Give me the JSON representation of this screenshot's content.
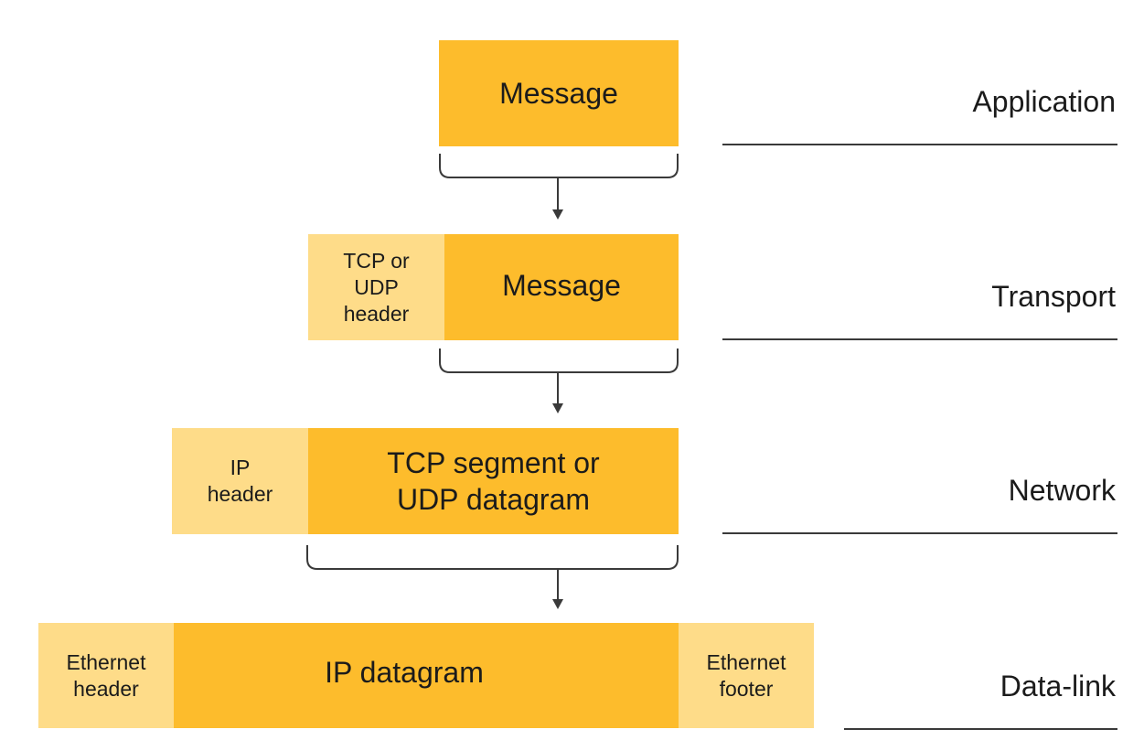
{
  "colors": {
    "payload": "#FDBC2C",
    "header": "#FEDC89",
    "line": "#3a3a3a",
    "text": "#1b1b1b"
  },
  "layers": [
    {
      "name": "Application",
      "segments": [
        {
          "role": "payload",
          "label": "Message"
        }
      ]
    },
    {
      "name": "Transport",
      "segments": [
        {
          "role": "header",
          "label": "TCP or\nUDP\nheader"
        },
        {
          "role": "payload",
          "label": "Message"
        }
      ]
    },
    {
      "name": "Network",
      "segments": [
        {
          "role": "header",
          "label": "IP\nheader"
        },
        {
          "role": "payload",
          "label": "TCP segment or\nUDP datagram"
        }
      ]
    },
    {
      "name": "Data-link",
      "segments": [
        {
          "role": "header",
          "label": "Ethernet\nheader"
        },
        {
          "role": "payload",
          "label": "IP datagram"
        },
        {
          "role": "footer",
          "label": "Ethernet\nfooter"
        }
      ]
    }
  ],
  "connectors": [
    {
      "from": "Application",
      "to": "Transport",
      "icon": "bracket-arrow-down"
    },
    {
      "from": "Transport",
      "to": "Network",
      "icon": "bracket-arrow-down"
    },
    {
      "from": "Network",
      "to": "Data-link",
      "icon": "bracket-arrow-down"
    }
  ]
}
